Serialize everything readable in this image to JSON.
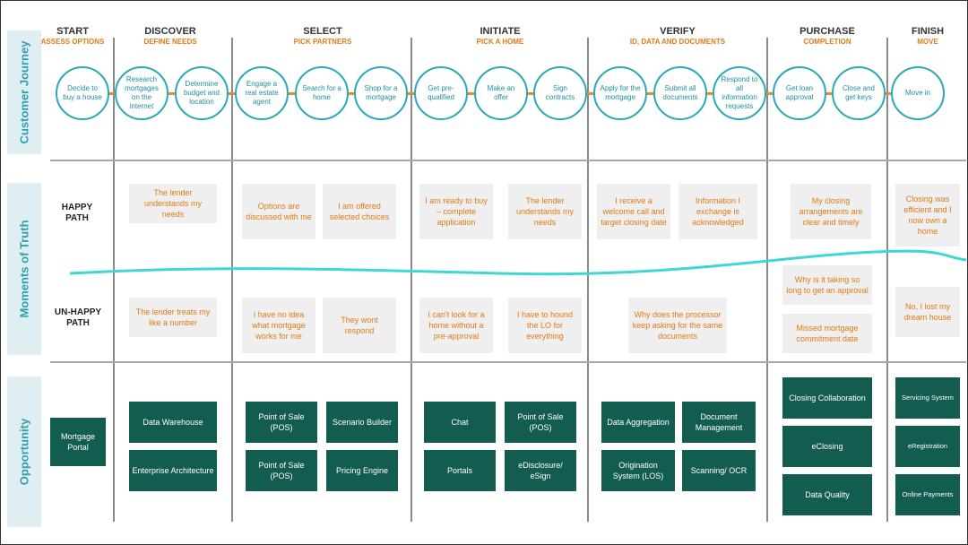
{
  "phases": [
    {
      "title": "START",
      "subtitle": "ASSESS OPTIONS"
    },
    {
      "title": "DISCOVER",
      "subtitle": "DEFINE NEEDS"
    },
    {
      "title": "SELECT",
      "subtitle": "PICK PARTNERS"
    },
    {
      "title": "INITIATE",
      "subtitle": "PICK A HOME"
    },
    {
      "title": "VERIFY",
      "subtitle": "ID, DATA AND DOCUMENTS"
    },
    {
      "title": "PURCHASE",
      "subtitle": "COMPLETION"
    },
    {
      "title": "FINISH",
      "subtitle": "MOVE"
    }
  ],
  "sections": {
    "journey": "Customer Journey",
    "truth": "Moments of Truth",
    "opportunity": "Opportunity"
  },
  "path_labels": {
    "happy": "HAPPY\nPATH",
    "unhappy": "UN-HAPPY\nPATH"
  },
  "journey_steps": [
    "Decide to buy a house",
    "Research mortgages on the internet",
    "Determine budget and location",
    "Engage a real estate agent",
    "Search for a home",
    "Shop for a mortgage",
    "Get pre-qualified",
    "Make an offer",
    "Sign contracts",
    "Apply for the mortgage",
    "Submit all documents",
    "Respond to all information requests",
    "Get loan approval",
    "Close and get keys",
    "Move in"
  ],
  "happy_notes": [
    "The lender understands my needs",
    "Options are discussed with me",
    "I am offered selected choices",
    "I am ready to buy – complete application",
    "The lender understands my needs",
    "I receive a welcome call and target closing date",
    "Information I exchange is acknowledged",
    "My closing arrangements are clear and timely",
    "Closing was efficient and I now own a home"
  ],
  "unhappy_notes": [
    "The lender treats my like a number",
    "I have no idea what mortgage works for me",
    "They wont respond",
    "I can't look for a home without a pre-approval",
    "I have to hound the LO for everything",
    "Why does the processor keep asking for the same documents",
    "Why is it taking so long to get an approval",
    "Missed mortgage commitment date",
    "No, I lost my dream house"
  ],
  "opportunities": [
    "Mortgage Portal",
    "Data Warehouse",
    "Enterprise Architecture",
    "Point of Sale (POS)",
    "Scenario Builder",
    "Point of Sale (POS)",
    "Pricing Engine",
    "Chat",
    "Point of Sale (POS)",
    "Portals",
    "eDisclosure/ eSign",
    "Data Aggregation",
    "Document Management",
    "Origination System (LOS)",
    "Scanning/ OCR",
    "Closing Collaboration",
    "eClosing",
    "Data Quality",
    "Servicing System",
    "eRegistration",
    "Online Payments"
  ],
  "colors": {
    "accent_orange": "#e07b14",
    "teal": "#2aa9b8",
    "opportunity_green": "#135c50",
    "note_bg": "#efefef"
  }
}
